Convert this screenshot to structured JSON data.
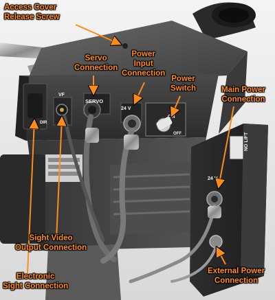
{
  "callouts": {
    "access_cover": [
      "Access Cover",
      "Release Screw"
    ],
    "servo": [
      "Servo",
      "Connection"
    ],
    "power_input": [
      "Power",
      "Input",
      "Connection"
    ],
    "power_switch": [
      "Power",
      "Switch"
    ],
    "main_power": [
      "Main Power",
      "Connection"
    ],
    "sight_video": [
      "Sight Video",
      "Output Connection"
    ],
    "electronic_sight": [
      "Electronic",
      "Sight Connection"
    ],
    "external_power": [
      "External Power",
      "Connection"
    ]
  },
  "panel_markings": {
    "vf": "VF",
    "servo": "SERVO",
    "on": "ON",
    "off": "OFF",
    "v24_left": "24 V",
    "v24_right": "24 V",
    "dir": "DIR",
    "no_lift": "NO LIFT"
  },
  "colors": {
    "label_text": "#ff8c1a",
    "arrow": "#ff8c1a",
    "body_dark": "#3a3a3a"
  }
}
